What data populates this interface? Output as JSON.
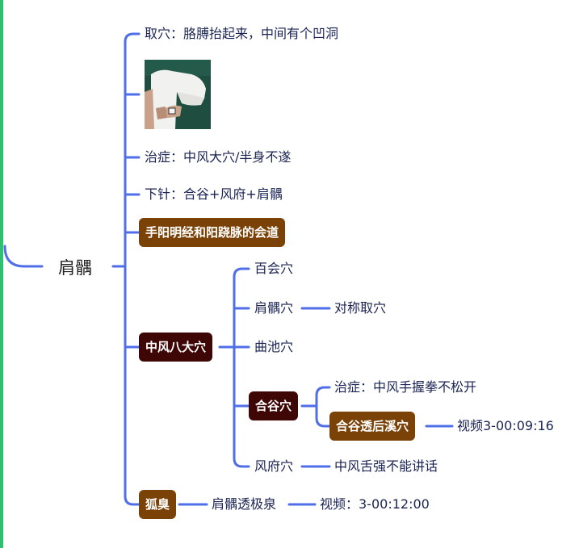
{
  "mindmap": {
    "root": "肩髃",
    "branches": {
      "acupoint": "取穴：胳膊抬起来，中间有个凹洞",
      "treats": "治症：中风大穴/半身不遂",
      "needling": "下针：合谷+风府+肩髃",
      "meridian": "手阳明经和阳跷脉的会道",
      "stroke_points": "中风八大穴",
      "body_odor": "狐臭"
    },
    "stroke_points": {
      "baihui": "百会穴",
      "jianyu": "肩髃穴",
      "jianyu_note": "对称取穴",
      "quchi": "曲池穴",
      "hegu": "合谷穴",
      "hegu_treats": "治症：中风手握拳不松开",
      "hegu_through": "合谷透后溪穴",
      "hegu_video": "视频3-00:09:16",
      "fengfu": "风府穴",
      "fengfu_note": "中风舌强不能讲话"
    },
    "body_odor": {
      "method": "肩髃透极泉",
      "video": "视频：3-00:12:00"
    }
  },
  "colors": {
    "line": "#4f6ee8",
    "box_brown": "#7a4207",
    "box_dark": "#3f0606",
    "side_bar": "#2fbf71"
  }
}
